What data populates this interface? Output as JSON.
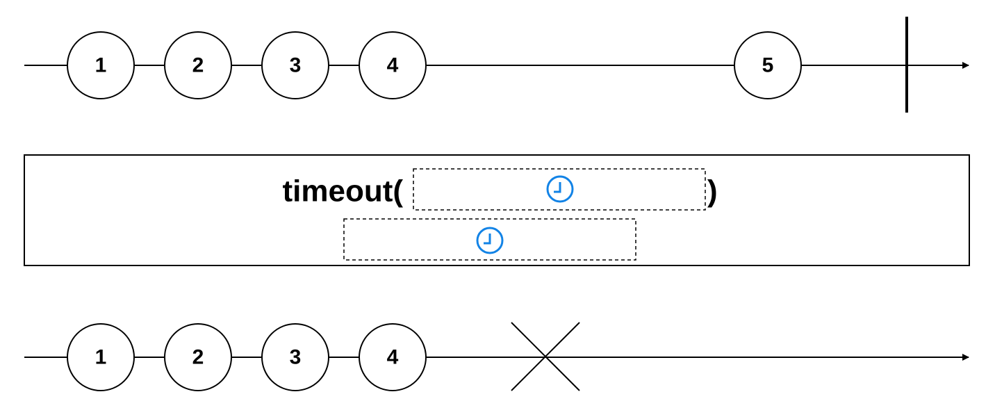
{
  "source_stream": {
    "values": [
      "1",
      "2",
      "3",
      "4",
      "5"
    ],
    "terminal": "complete"
  },
  "operator": {
    "name": "timeout(",
    "closing": ")",
    "timer_icon": "clock-icon",
    "timer_color": "#1283e6"
  },
  "result_stream": {
    "values": [
      "1",
      "2",
      "3",
      "4"
    ],
    "terminal": "error"
  }
}
